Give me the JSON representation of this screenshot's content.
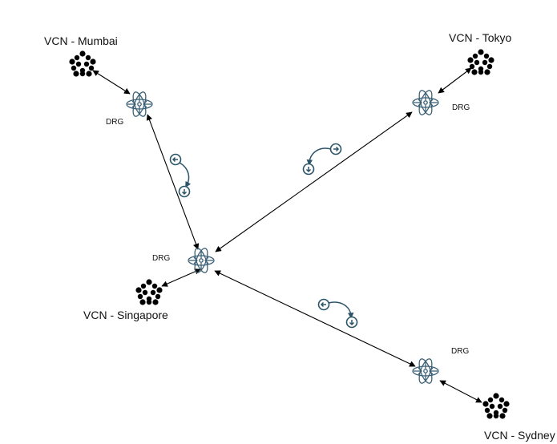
{
  "diagram": {
    "vcns": {
      "mumbai": {
        "label": "VCN - Mumbai",
        "icon": "vcn-network-icon"
      },
      "tokyo": {
        "label": "VCN - Tokyo",
        "icon": "vcn-network-icon"
      },
      "singapore": {
        "label": "VCN - Singapore",
        "icon": "vcn-network-icon"
      },
      "sydney": {
        "label": "VCN - Sydney",
        "icon": "vcn-network-icon"
      }
    },
    "drgs": {
      "mumbai": {
        "label": "DRG",
        "icon": "drg-router-icon"
      },
      "tokyo": {
        "label": "DRG",
        "icon": "drg-router-icon"
      },
      "singapore": {
        "label": "DRG",
        "icon": "drg-router-icon"
      },
      "sydney": {
        "label": "DRG",
        "icon": "drg-router-icon"
      }
    },
    "colors": {
      "vcn": "#d46a32",
      "drg": "#3d6277",
      "route_badge": "#2d5569",
      "connector": "#000000"
    },
    "connections": [
      "vcn-mumbai <-> drg-mumbai",
      "vcn-tokyo <-> drg-tokyo",
      "vcn-singapore <-> drg-singapore",
      "vcn-sydney <-> drg-sydney",
      "drg-mumbai <-> drg-singapore",
      "drg-tokyo <-> drg-singapore",
      "drg-sydney <-> drg-singapore"
    ]
  }
}
